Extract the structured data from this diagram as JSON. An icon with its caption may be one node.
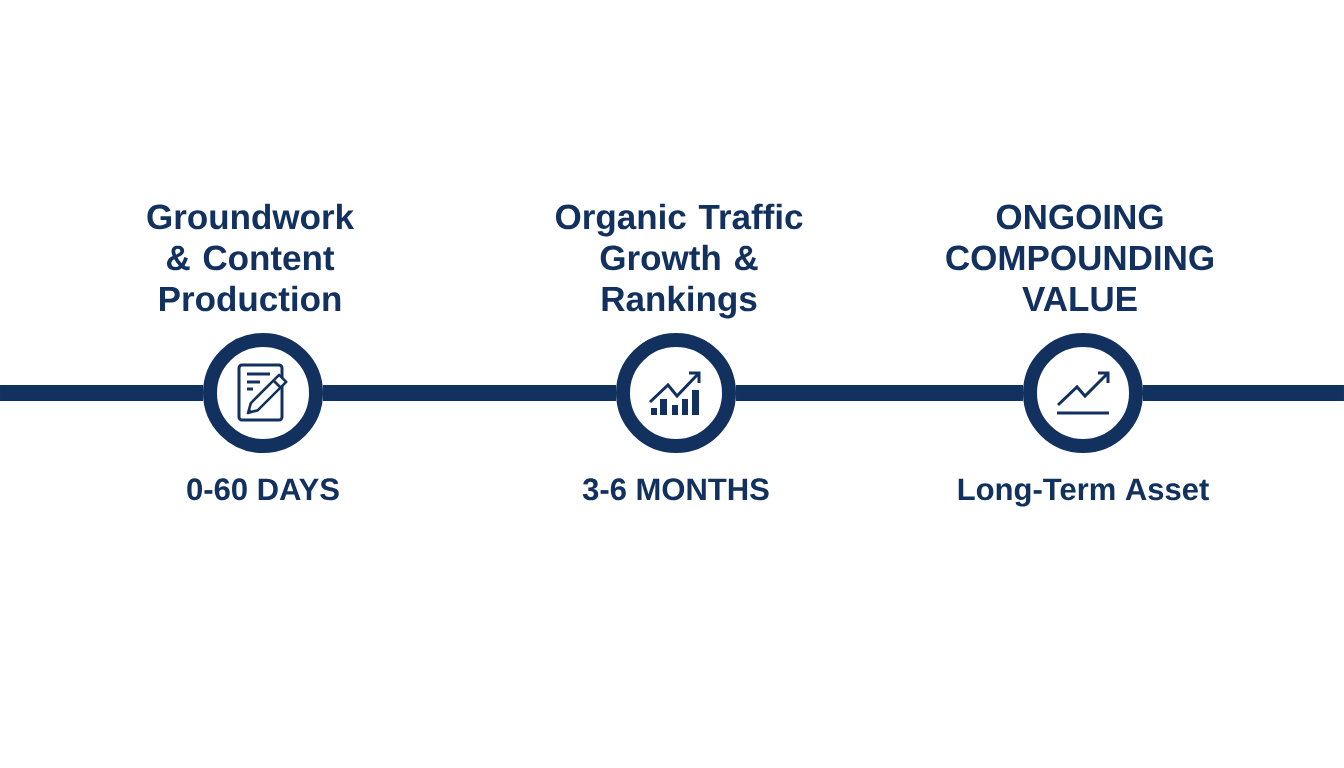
{
  "diagram": {
    "nodes": [
      {
        "text": [
          "Groundwork & Content Production"
        ],
        "beside": [
          "0-60 DAYS"
        ]
      },
      {
        "text": [
          "Organic Traffic Growth & Rankings"
        ],
        "beside": [
          "3-6 MONTHS"
        ]
      },
      {
        "text": [
          "ONGOING COMPOUNDING VALUE"
        ],
        "beside": [
          "Long-Term Asset"
        ]
      }
    ],
    "edges": [
      {
        "from": null,
        "to": 0,
        "arrow": "none"
      },
      {
        "from": 0,
        "to": 1,
        "arrow": "none"
      },
      {
        "from": 1,
        "to": 2,
        "arrow": "none"
      },
      {
        "from": 2,
        "to": null,
        "arrow": "none"
      }
    ]
  }
}
